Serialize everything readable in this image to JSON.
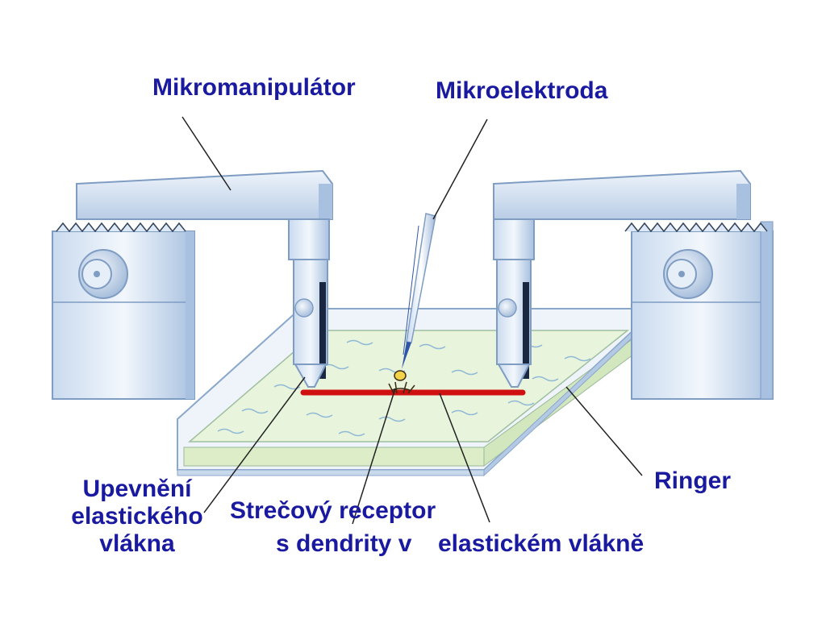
{
  "labels": {
    "mikromanipulator": "Mikromanipulátor",
    "mikroelektroda": "Mikroelektroda",
    "ringer": "Ringer",
    "upevneni": [
      "Upevnění",
      "elastického",
      "vlákna"
    ],
    "receptor": [
      "Strečový receptor",
      "s dendrity v"
    ],
    "vlakno": "elastickém vláknĕ"
  },
  "colors": {
    "label_text": "#1a1aa0",
    "metal_light": "#dce8f6",
    "metal_mid": "#b8cde6",
    "metal_dark": "#7f9cc3",
    "ringer_fluid": "#e6f3d6",
    "elastic_fiber": "#d01010",
    "leader_line": "#222222"
  }
}
